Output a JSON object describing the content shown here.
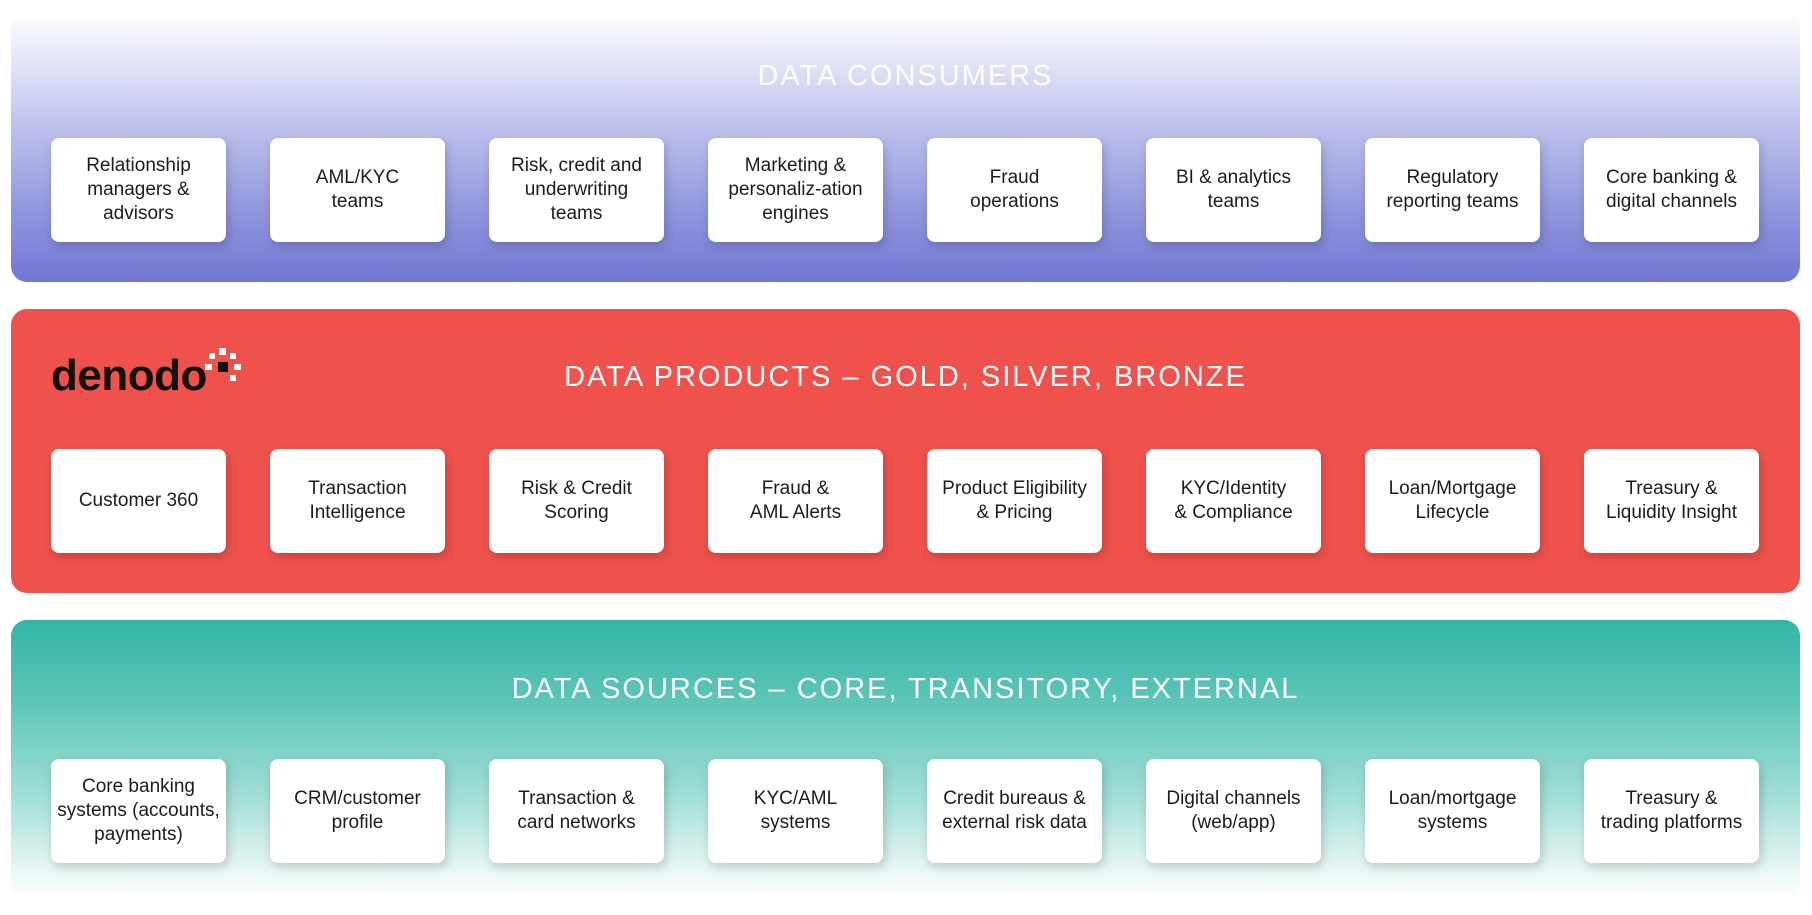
{
  "layers": {
    "consumers": {
      "title": "DATA CONSUMERS",
      "cards": [
        "Relationship\nmanagers &\nadvisors",
        "AML/KYC\nteams",
        "Risk, credit and\nunderwriting\nteams",
        "Marketing &\npersonaliz-ation\nengines",
        "Fraud\noperations",
        "BI & analytics\nteams",
        "Regulatory\nreporting teams",
        "Core banking &\ndigital channels"
      ]
    },
    "products": {
      "title": "DATA PRODUCTS – GOLD, SILVER, BRONZE",
      "logo": "denodo",
      "cards": [
        "Customer 360",
        "Transaction\nIntelligence",
        "Risk & Credit\nScoring",
        "Fraud &\nAML Alerts",
        "Product Eligibility\n& Pricing",
        "KYC/Identity\n& Compliance",
        "Loan/Mortgage\nLifecycle",
        "Treasury &\nLiquidity Insight"
      ]
    },
    "sources": {
      "title": "DATA SOURCES – CORE, TRANSITORY, EXTERNAL",
      "cards": [
        "Core banking\nsystems (accounts,\npayments)",
        "CRM/customer\nprofile",
        "Transaction &\ncard networks",
        "KYC/AML\nsystems",
        "Credit bureaus &\nexternal risk data",
        "Digital channels\n(web/app)",
        "Loan/mortgage\nsystems",
        "Treasury &\ntrading platforms"
      ]
    }
  },
  "colors": {
    "consumers_bottom": "#7277d2",
    "products_bg": "#ef524c",
    "sources_top": "#33b5a6",
    "card_text": "#1c1c1c"
  }
}
